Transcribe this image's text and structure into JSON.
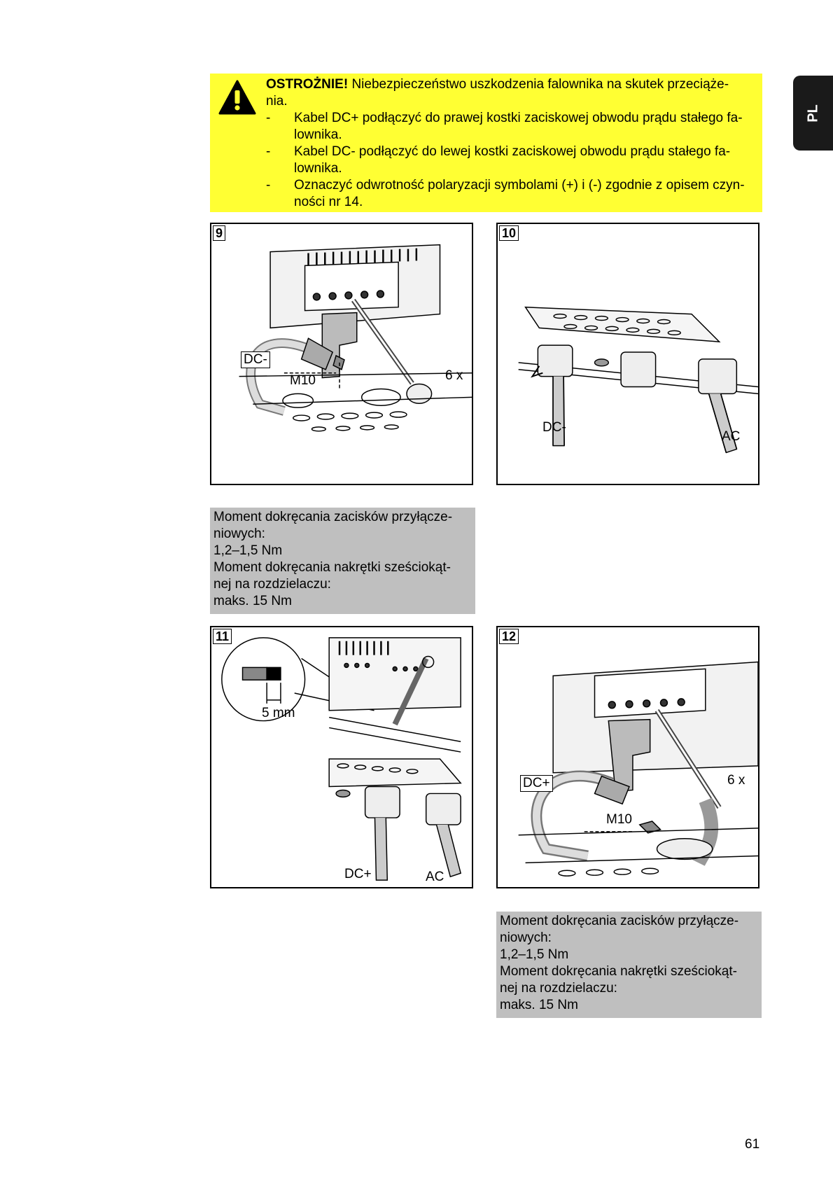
{
  "side_tab": {
    "label": "PL"
  },
  "caution": {
    "title": "OSTROŻNIE!",
    "text_line1": " Niebezpieczeństwo uszkodzenia falownika na skutek przeciąże-",
    "text_line2": "nia.",
    "items": [
      {
        "dash": "-",
        "lines": [
          "Kabel DC+ podłączyć do prawej kostki zaciskowej obwodu prądu stałego fa-",
          "lownika."
        ]
      },
      {
        "dash": "-",
        "lines": [
          "Kabel DC- podłączyć do lewej kostki zaciskowej obwodu prądu stałego fa-",
          "lownika."
        ]
      },
      {
        "dash": "-",
        "lines": [
          "Oznaczyć odwrotność polaryzacji symbolami (+) i (-) zgodnie z opisem czyn-",
          "ności nr 14."
        ]
      }
    ],
    "icon": "warning-triangle-icon"
  },
  "figures": {
    "fig9": {
      "number": "9",
      "labels": {
        "dc": "DC-",
        "m10": "M10",
        "times": "6 x"
      }
    },
    "fig10": {
      "number": "10",
      "labels": {
        "dc": "DC-",
        "ac": "AC"
      }
    },
    "fig11": {
      "number": "11",
      "labels": {
        "strip": "5 mm",
        "dc": "DC+",
        "ac": "AC"
      }
    },
    "fig12": {
      "number": "12",
      "labels": {
        "dc": "DC+",
        "m10": "M10",
        "times": "6 x"
      }
    }
  },
  "notes": {
    "note1": [
      "Moment dokręcania zacisków przyłącze-",
      "niowych:",
      "1,2–1,5 Nm",
      "Moment dokręcania nakrętki sześciokąt-",
      "nej na rozdzielaczu:",
      "maks. 15 Nm"
    ],
    "note2": [
      "Moment dokręcania zacisków przyłącze-",
      "niowych:",
      "1,2–1,5 Nm",
      "Moment dokręcania nakrętki sześciokąt-",
      "nej na rozdzielaczu:",
      "maks. 15 Nm"
    ]
  },
  "page_number": "61"
}
